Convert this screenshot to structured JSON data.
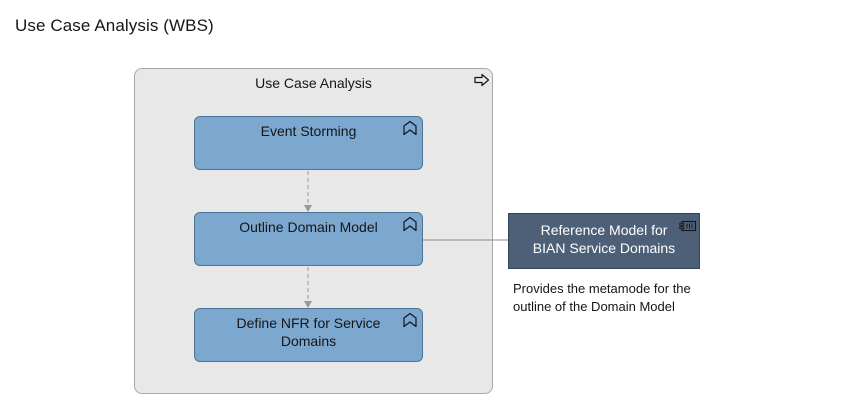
{
  "page": {
    "title": "Use Case Analysis (WBS)"
  },
  "container": {
    "title": "Use Case Analysis",
    "icon": "process-arrow-icon"
  },
  "activities": [
    {
      "label": "Event Storming",
      "icon": "business-function-icon"
    },
    {
      "label": "Outline Domain Model",
      "icon": "business-function-icon"
    },
    {
      "label": "Define NFR for Service Domains",
      "icon": "business-function-icon"
    }
  ],
  "reference_model": {
    "label": "Reference Model for BIAN Service Domains",
    "icon": "application-component-icon"
  },
  "annotation": {
    "text": "Provides the metamode for the outline of the Domain Model"
  },
  "colors": {
    "container_fill": "#e8e8e8",
    "activity_fill": "#7ca7cf",
    "reference_fill": "#4d6078",
    "connector": "#999999"
  }
}
